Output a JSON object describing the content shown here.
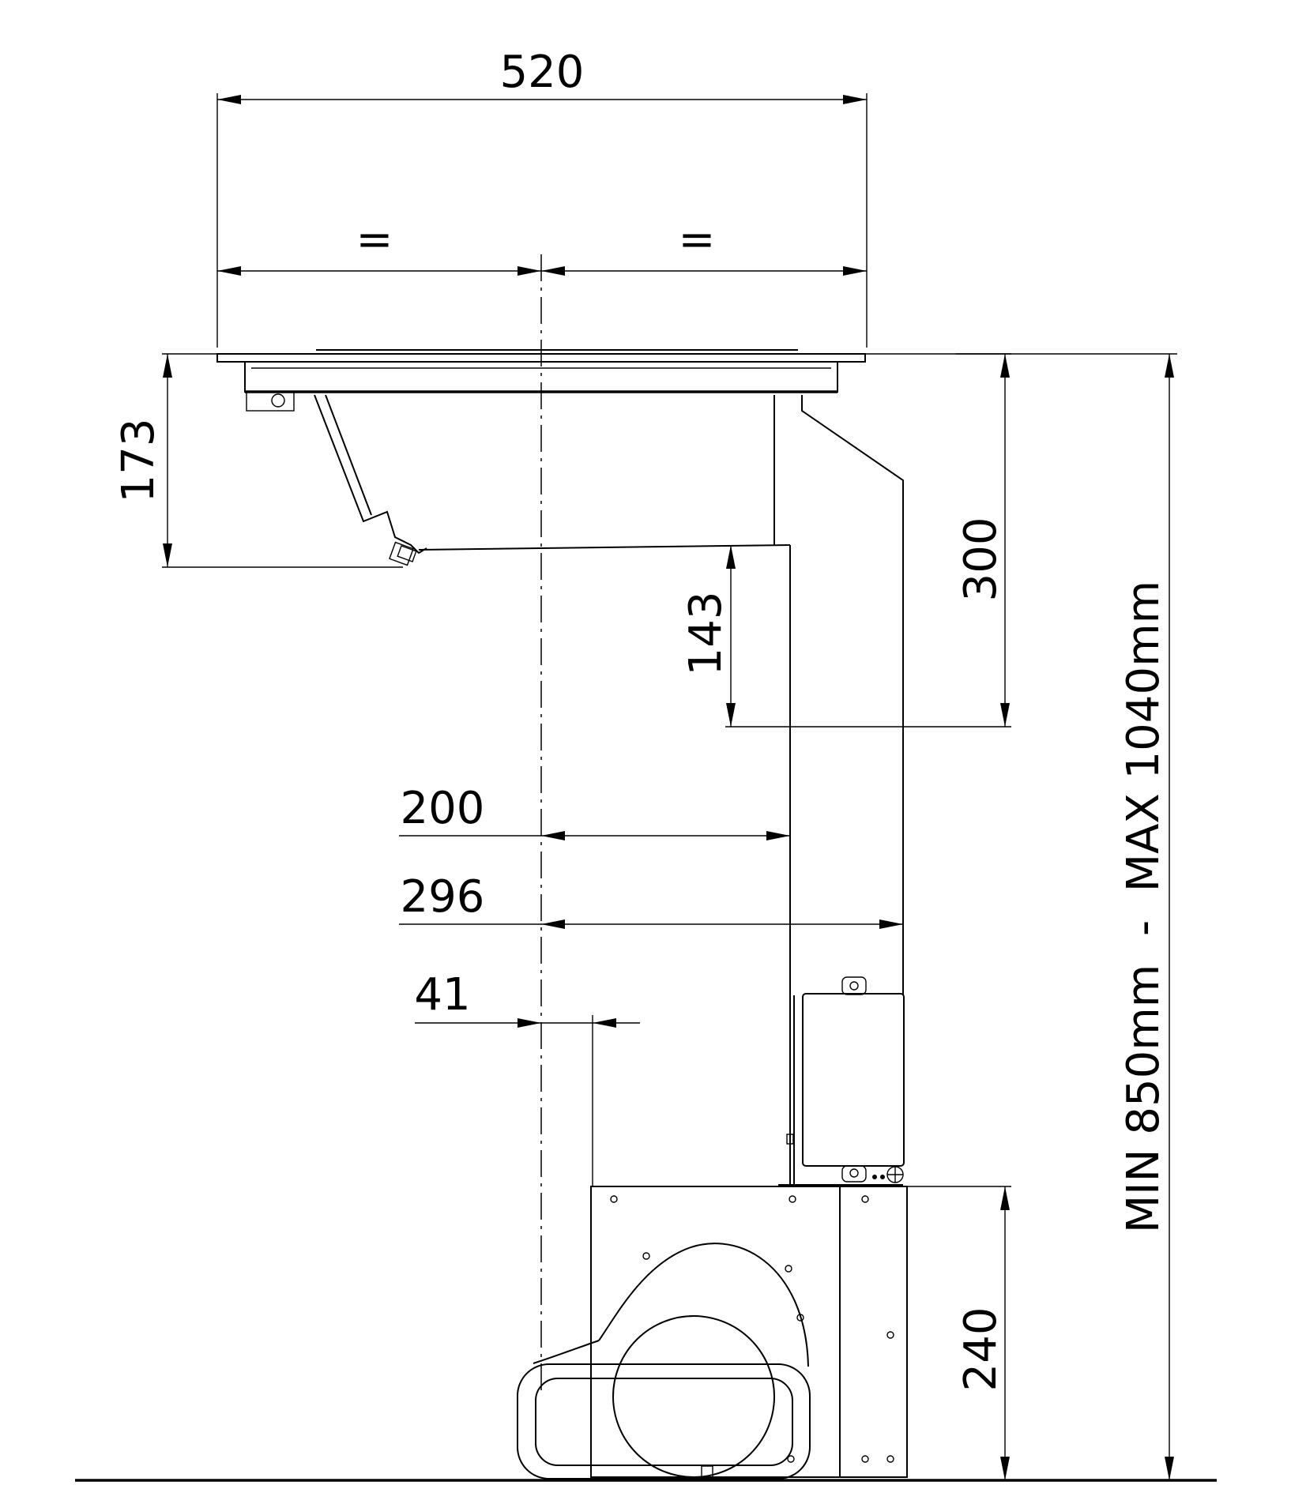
{
  "dimensions": {
    "overall_width": "520",
    "equal_left": "=",
    "equal_right": "=",
    "top_depth": "173",
    "duct_height": "300",
    "duct_offset": "143",
    "offset_200": "200",
    "offset_296": "296",
    "offset_41": "41",
    "motor_height": "240",
    "total_height_range": "MIN 850mm  -  MAX 1040mm"
  }
}
